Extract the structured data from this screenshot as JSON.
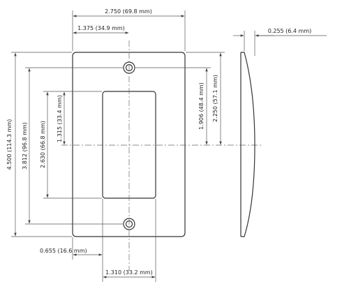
{
  "dimensions": {
    "overall_width": "2.750 (69.8 mm)",
    "half_width": "1.375 (34.9 mm)",
    "thickness": "0.255 (6.4 mm)",
    "overall_height": "4.500 (114.3 mm)",
    "hole_spacing": "3.812 (96.8 mm)",
    "opening_height": "2.630 (66.8 mm)",
    "opening_half_height": "1.315 (33.4 mm)",
    "hole_to_center": "1.906 (48.4 mm)",
    "half_height": "2.250 (57.1 mm)",
    "opening_left_offset": "0.655 (16.6 mm)",
    "opening_width": "1.310 (33.2 mm)"
  }
}
